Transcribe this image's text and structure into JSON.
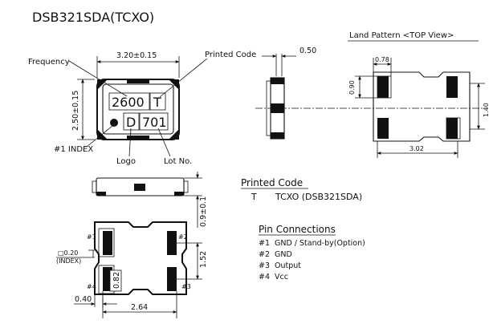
{
  "title": "DSB321SDA(TCXO)",
  "top_view": {
    "dim_width": "3.20±0.15",
    "dim_height": "2.50±0.15",
    "label_frequency": "Frequency",
    "label_printed_code": "Printed Code",
    "label_index": "#1 INDEX",
    "label_logo": "Logo",
    "label_lot": "Lot No.",
    "marking_freq": "2600",
    "marking_code": "T",
    "marking_logo": "D",
    "marking_lot": "701"
  },
  "side_view": {
    "dim_thickness": "0.50"
  },
  "land_pattern": {
    "title": "Land Pattern <TOP View>",
    "dim_pad_width": "0.78",
    "dim_pad_height": "0.90",
    "dim_pitch": "1.40",
    "dim_overall": "3.02"
  },
  "front_view": {
    "dim_height": "0.9±0.1"
  },
  "bottom_view": {
    "dim_index": "□0.20",
    "label_index": "(INDEX)",
    "dim_pad_pitch": "1.52",
    "dim_pad_height": "0.82",
    "dim_pad_width": "0.40",
    "dim_span": "2.64",
    "pins": [
      "#1",
      "#2",
      "#3",
      "#4"
    ]
  },
  "printed_code": {
    "heading": "Printed Code",
    "code": "T",
    "description": "TCXO (DSB321SDA)"
  },
  "pin_connections": {
    "heading": "Pin Connections",
    "rows": [
      {
        "pin": "#1",
        "function": "GND / Stand-by(Option)"
      },
      {
        "pin": "#2",
        "function": "GND"
      },
      {
        "pin": "#3",
        "function": "Output"
      },
      {
        "pin": "#4",
        "function": "Vcc"
      }
    ]
  }
}
